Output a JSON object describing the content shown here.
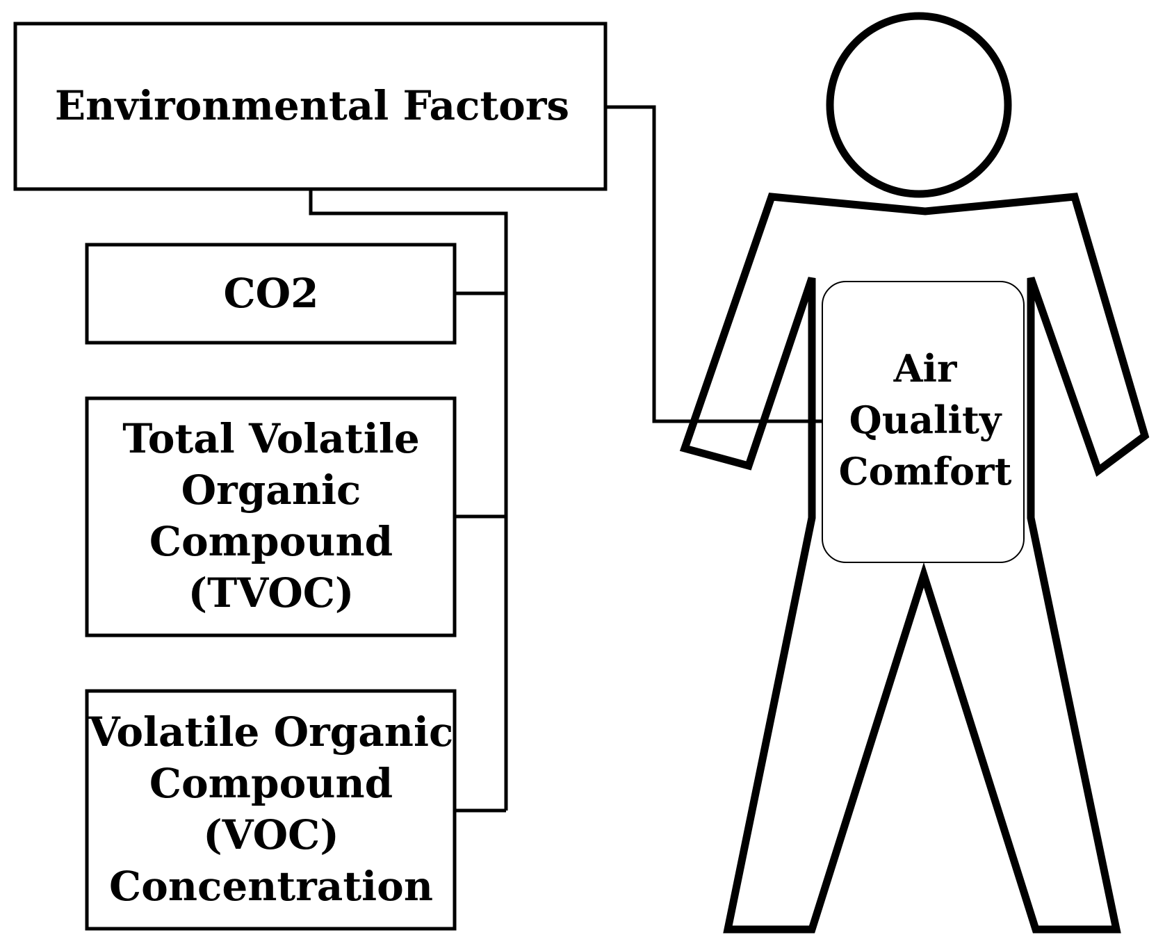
{
  "diagram": {
    "environmental_factors": "Environmental Factors",
    "co2": "CO2",
    "tvoc": {
      "line1": "Total Volatile",
      "line2": "Organic",
      "line3": "Compound",
      "line4": "(TVOC)"
    },
    "voc": {
      "line1": "Volatile Organic",
      "line2": "Compound",
      "line3": "(VOC)",
      "line4": "Concentration"
    },
    "air_quality_comfort": {
      "line1": "Air",
      "line2": "Quality",
      "line3": "Comfort"
    },
    "colors": {
      "stroke": "#000000",
      "background": "#ffffff"
    },
    "icons": {
      "person": "person-outline-icon"
    }
  }
}
